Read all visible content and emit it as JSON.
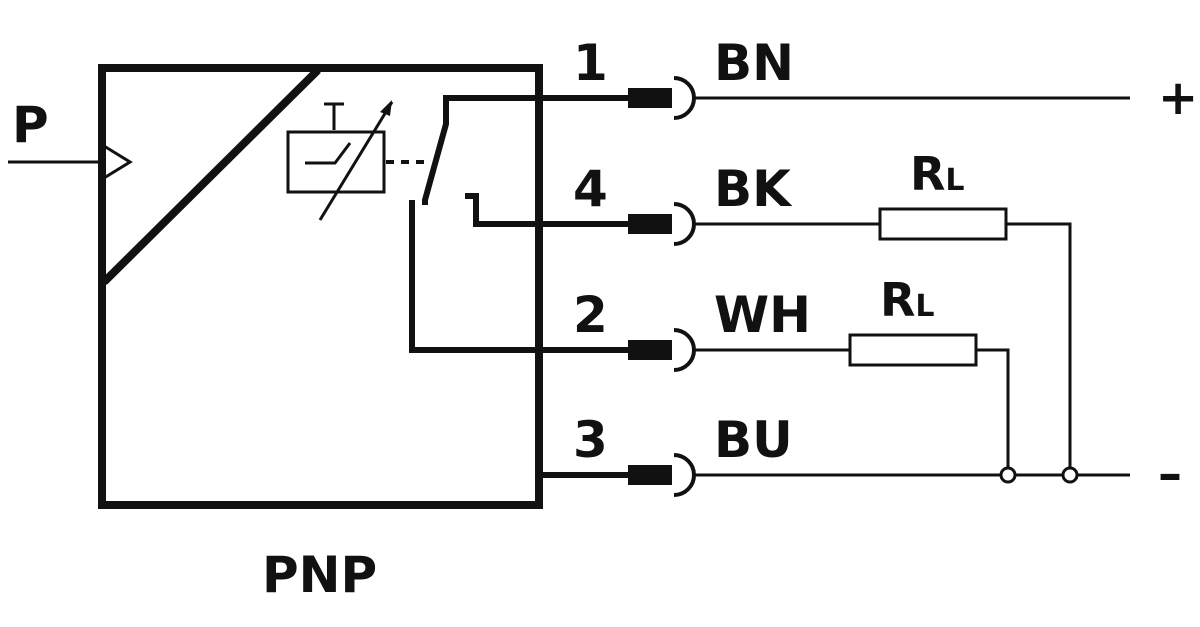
{
  "title": "PNP",
  "input_label": "P",
  "pins": [
    {
      "number": "1",
      "wire": "BN"
    },
    {
      "number": "4",
      "wire": "BK"
    },
    {
      "number": "2",
      "wire": "WH"
    },
    {
      "number": "3",
      "wire": "BU"
    }
  ],
  "loads": [
    {
      "label": "R",
      "sub": "L"
    },
    {
      "label": "R",
      "sub": "L"
    }
  ],
  "supply": {
    "positive": "+",
    "negative": "–"
  },
  "colors": {
    "line": "#111111",
    "background": "#ffffff"
  }
}
